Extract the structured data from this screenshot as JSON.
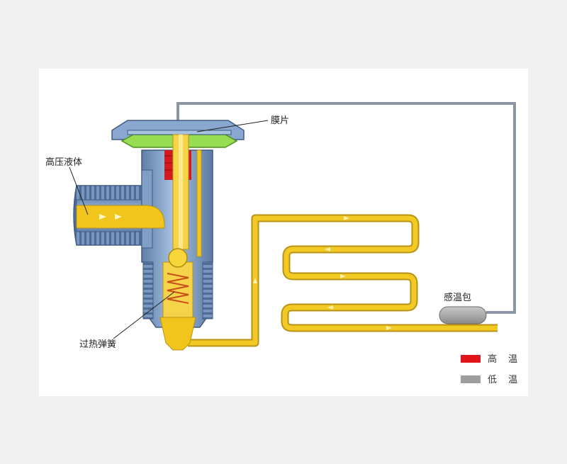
{
  "labels": {
    "diaphragm": "膜片",
    "high_pressure_liquid": "高压液体",
    "superheat_spring": "过热弹簧",
    "sensing_bulb": "感温包"
  },
  "legend": [
    {
      "label": "高 温",
      "color": "#e0141b"
    },
    {
      "label": "低 温",
      "color": "#9e9e9e"
    }
  ],
  "colors": {
    "valve_body": "#7f9fc6",
    "fluid": "#f2c51c",
    "diaphragm": "#97dc52",
    "capillary": "#8e9aa6",
    "bulb": "#a3a3a3",
    "hot": "#e0141b"
  }
}
